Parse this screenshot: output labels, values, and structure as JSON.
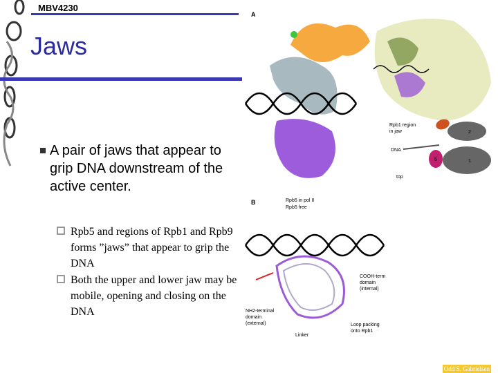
{
  "header": {
    "course_label": "MBV4230"
  },
  "slide": {
    "title": "Jaws",
    "main_bullet": "A pair of jaws that appear to grip DNA downstream of the active center.",
    "sub_bullets": [
      "Rpb5 and regions of Rpb1 and Rpb9 forms ”jaws” that appear to grip the DNA",
      "Both the upper and lower jaw may be mobile, opening and closing on the DNA"
    ],
    "sub_bullet_icon": "hollow-square-bullet",
    "main_bullet_icon": "filled-square-bullet"
  },
  "figure": {
    "panel_a_label": "A",
    "panel_b_label": "B",
    "rpb1_region": [
      "Rpb1 region",
      "in jaw"
    ],
    "dna_label": "DNA",
    "top_label": "top",
    "num_1": "1",
    "num_2": "2",
    "num_5": "5",
    "legend_pol": "Rpb5 in pol II",
    "legend_free": "Rpb5 free",
    "cooh": [
      "COOH-term",
      "domain",
      "(internal)"
    ],
    "nh2": [
      "NH2-terminal",
      "domain",
      "(external)"
    ],
    "linker": "Linker",
    "loop": [
      "Loop packing",
      "onto Rpb1"
    ]
  },
  "footer": {
    "credit": "Odd S. Gabrielsen"
  },
  "colors": {
    "accent": "#2b2b9c",
    "rule": "#3a3ab0",
    "credit_bg": "#f4c830"
  }
}
